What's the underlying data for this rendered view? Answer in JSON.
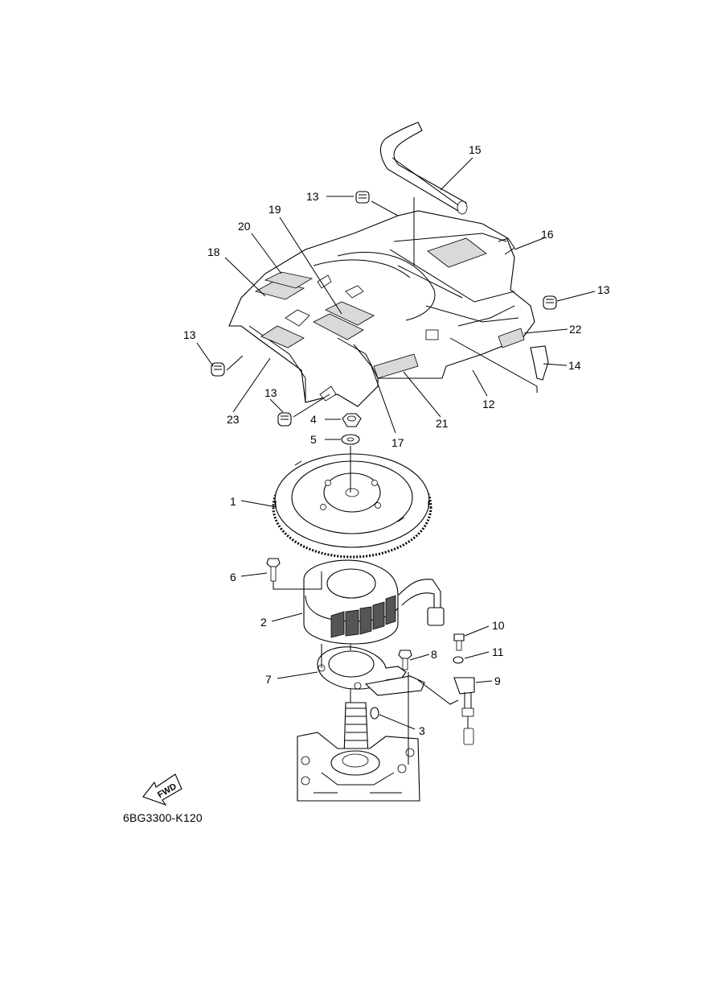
{
  "diagram_code": "6BG3300-K120",
  "fwd_label": "FWD",
  "callouts": {
    "c1": "1",
    "c2": "2",
    "c3": "3",
    "c4": "4",
    "c5": "5",
    "c6": "6",
    "c7": "7",
    "c8": "8",
    "c9": "9",
    "c10": "10",
    "c11": "11",
    "c12": "12",
    "c13a": "13",
    "c13b": "13",
    "c13c": "13",
    "c13d": "13",
    "c14": "14",
    "c15": "15",
    "c16": "16",
    "c17": "17",
    "c18": "18",
    "c19": "19",
    "c20": "20",
    "c21": "21",
    "c22": "22",
    "c23": "23"
  }
}
